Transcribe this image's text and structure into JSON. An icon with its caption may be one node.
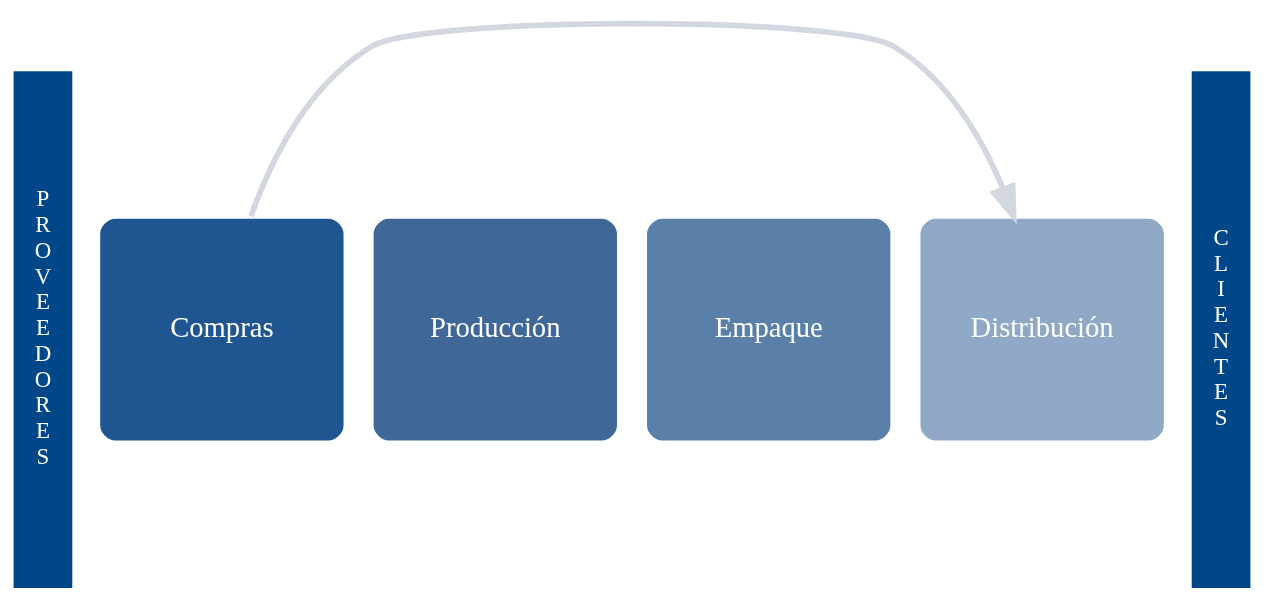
{
  "diagram": {
    "nodes": [
      {
        "text": [
          "PROVEEDORES"
        ]
      },
      {
        "text": [
          "Compras"
        ]
      },
      {
        "text": [
          "Producción"
        ]
      },
      {
        "text": [
          "Empaque"
        ]
      },
      {
        "text": [
          "Distribución"
        ]
      },
      {
        "text": [
          "CLIENTES"
        ]
      }
    ],
    "edges": [
      {
        "from": 1,
        "to": 4,
        "arrow": "to",
        "color": "#d3d8e0"
      }
    ]
  }
}
